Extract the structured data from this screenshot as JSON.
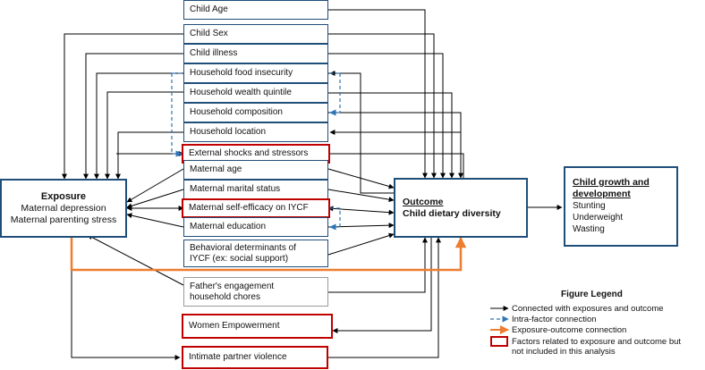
{
  "factors": {
    "child_age": "Child Age",
    "child_sex": "Child Sex",
    "child_illness": "Child illness",
    "food_insecurity": "Household food insecurity",
    "wealth_quintile": "Household wealth quintile",
    "composition": "Household composition",
    "location": "Household location",
    "shocks": "External shocks and stressors",
    "maternal_age": "Maternal age",
    "marital_status": "Maternal marital status",
    "self_efficacy": "Maternal self-efficacy on IYCF",
    "education": "Maternal education",
    "behavioral_line1": "Behavioral determinants of",
    "behavioral_line2": "IYCF (ex: social support)",
    "father_line1": "Father's engagement",
    "father_line2": "household chores",
    "empowerment": "Women Empowerment",
    "ipv": "Intimate partner violence"
  },
  "exposure": {
    "title": "Exposure",
    "line1": "Maternal depression",
    "line2": "Maternal parenting stress"
  },
  "outcome": {
    "title": "Outcome",
    "subtitle": "Child dietary diversity"
  },
  "growth": {
    "title_line1": "Child growth and",
    "title_line2": "development",
    "items": [
      "Stunting",
      "Underweight",
      "Wasting"
    ]
  },
  "legend": {
    "title": "Figure Legend",
    "connected": "Connected with exposures and outcome",
    "intra": "Intra-factor connection",
    "exposure_outcome": "Exposure-outcome connection",
    "red_line1": "Factors related to exposure and outcome but",
    "red_line2": "not included in this analysis"
  },
  "colors": {
    "box_border": "#1f4e79",
    "red_border": "#c00000",
    "orange_arrow": "#ed7d31",
    "dashed_arrow": "#2e75b6",
    "arrow": "#000000"
  }
}
